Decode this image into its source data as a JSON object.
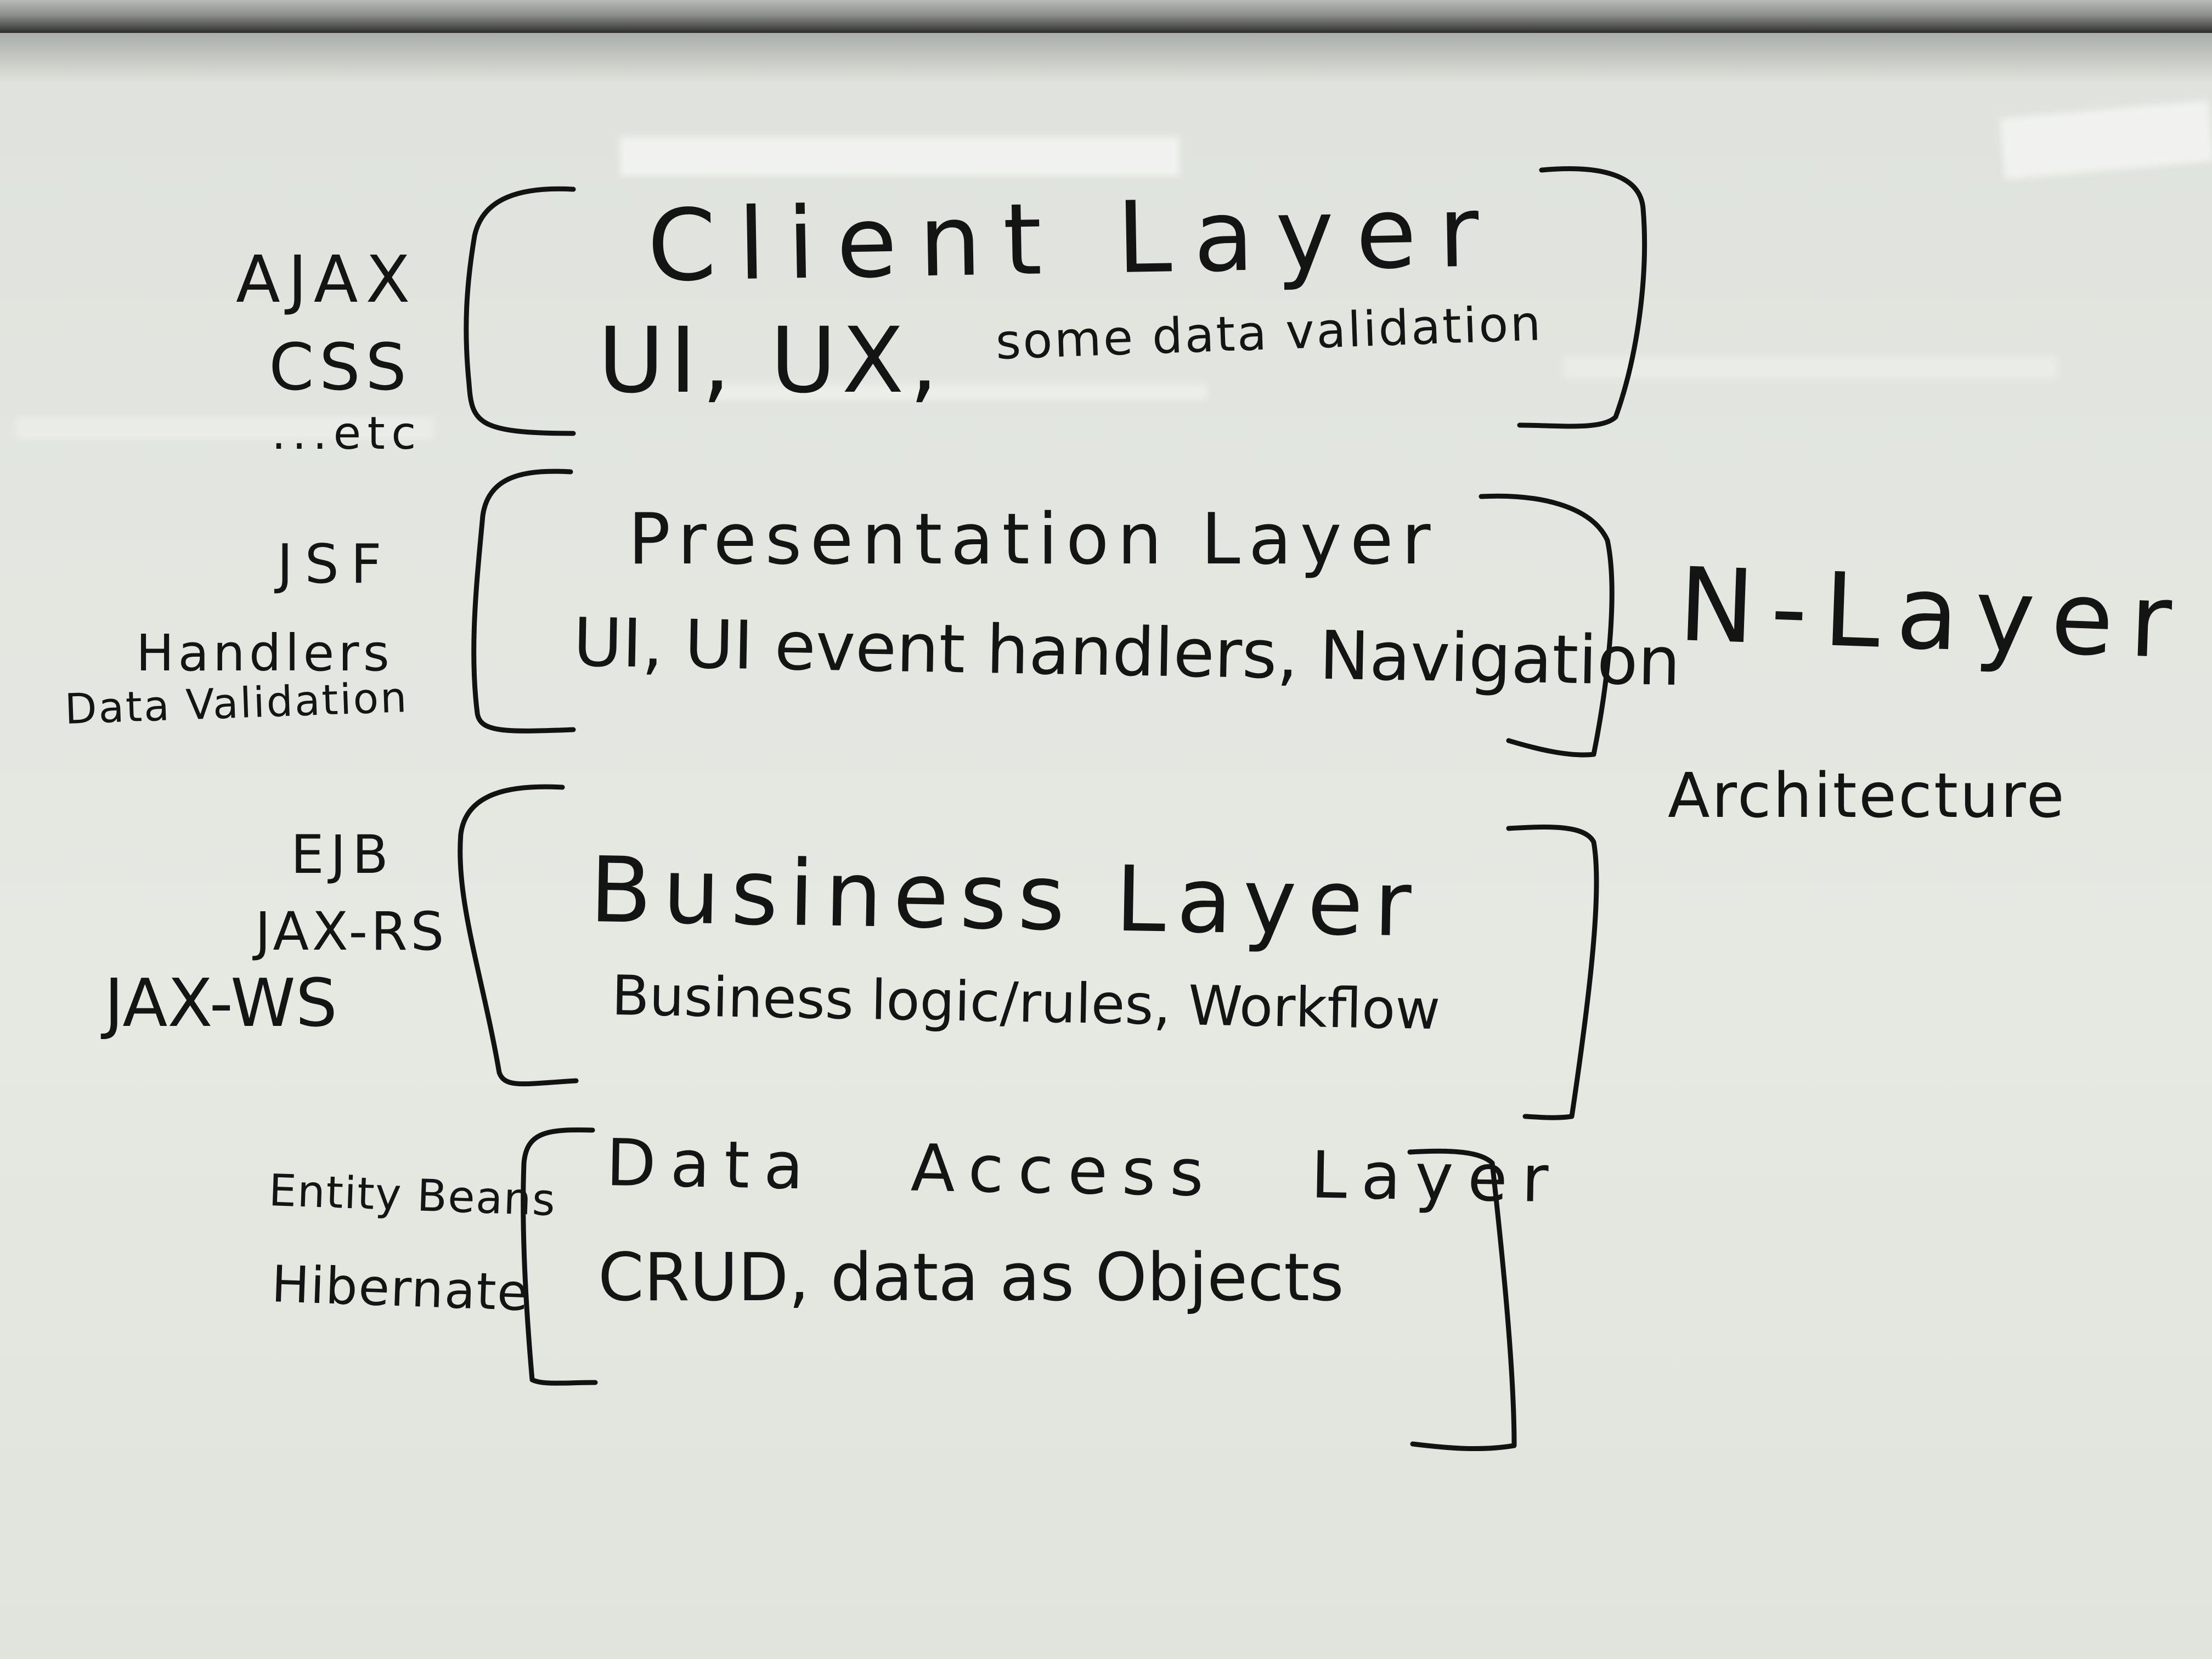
{
  "layers": {
    "client": {
      "title": "Client Layer",
      "desc_main": "UI, UX,",
      "desc_extra": "some data validation",
      "tech": [
        "AJAX",
        "CSS",
        "...etc"
      ]
    },
    "presentation": {
      "title": "Presentation Layer",
      "desc": "UI, UI event handlers, Navigation",
      "tech": [
        "JSF",
        "Handlers",
        "Data Validation"
      ]
    },
    "business": {
      "title": "Business Layer",
      "desc": "Business logic/rules, Workflow",
      "tech": [
        "EJB",
        "JAX-RS",
        "JAX-WS"
      ]
    },
    "data_access": {
      "title": "Data Access Layer",
      "desc": "CRUD, data as Objects",
      "tech": [
        "Entity Beans",
        "Hibernate"
      ]
    }
  },
  "side_title": {
    "line1": "N-Layer",
    "line2": "Architecture"
  }
}
